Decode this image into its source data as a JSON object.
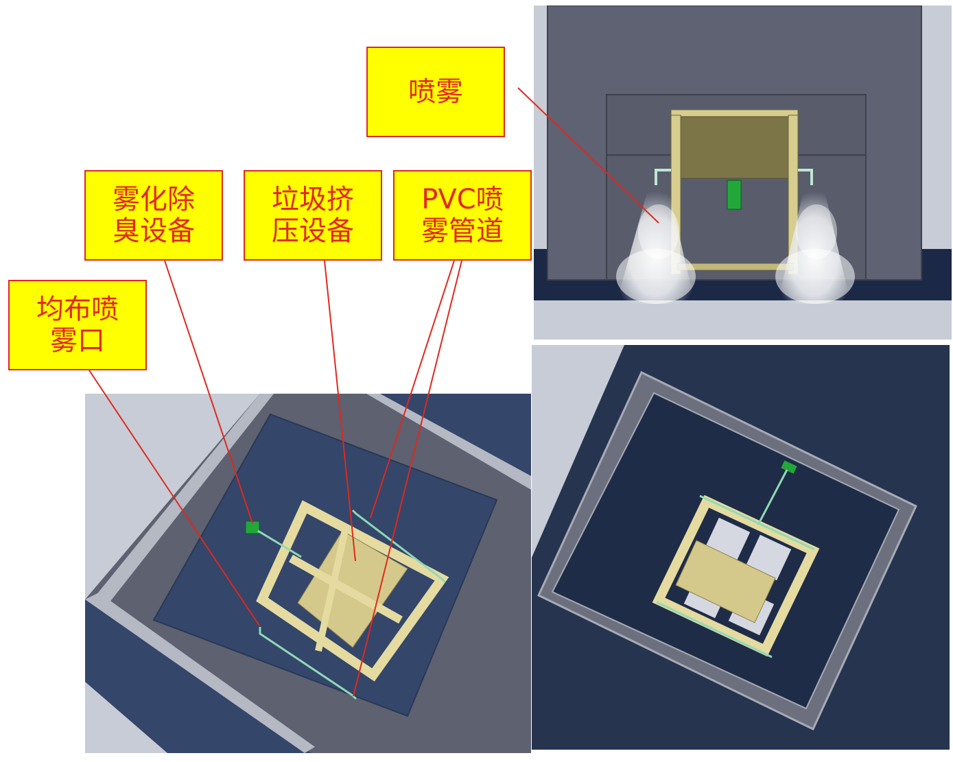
{
  "callouts": {
    "spray": "喷雾",
    "deodorizer": "雾化除\n臭设备",
    "compactor": "垃圾挤\n压设备",
    "pvc_pipe": "PVC喷\n雾管道",
    "nozzle": "均布喷\n雾口"
  },
  "colors": {
    "callout_fill": "#ffff00",
    "callout_text": "#e0281e",
    "leader_line": "#e0281e",
    "floor": "#34466a",
    "wall": "#5d6170",
    "frame": "#e5dba0",
    "plate": "#d4c98a",
    "pump": "#22a83a",
    "pipe": "#8fd9b6"
  }
}
